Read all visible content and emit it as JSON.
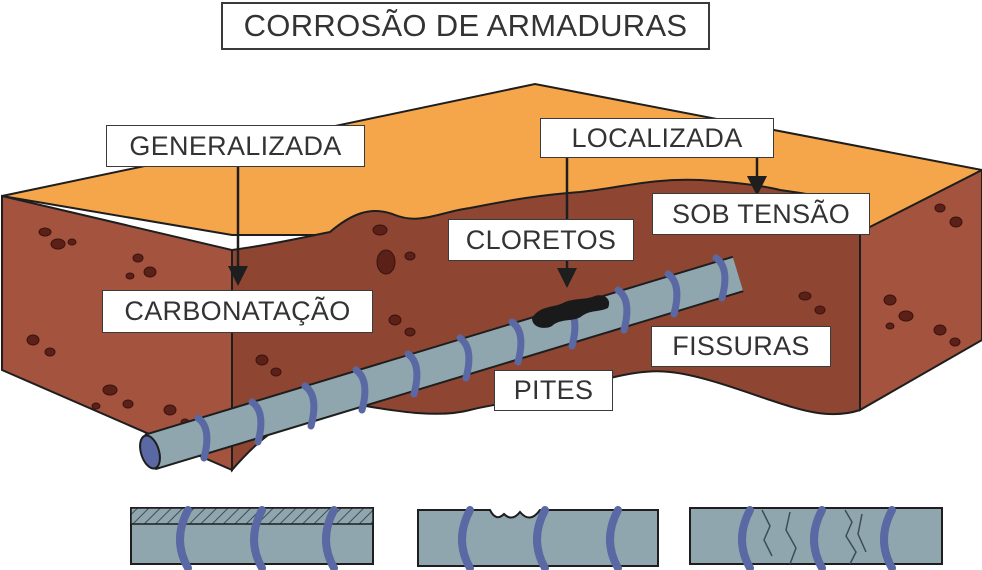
{
  "title": "CORROSÃO DE ARMADURAS",
  "labels": {
    "generalizada": "GENERALIZADA",
    "localizada": "LOCALIZADA",
    "sob_tensao": "SOB TENSÃO",
    "cloretos": "CLORETOS",
    "carbonatacao": "CARBONATAÇÃO",
    "fissuras": "FISSURAS",
    "pites": "PITES"
  },
  "colors": {
    "concrete_top": "#F5A54A",
    "concrete_side": "#A3533E",
    "concrete_inner": "#8E4633",
    "rebar": "#8FA6AE",
    "rebar_ring": "#5A68A3",
    "outline": "#1e1e1e",
    "pit": "#1a1a1a"
  },
  "icons": {
    "aggregate": "aggregate-stone-icon",
    "arrow": "arrow-down-icon"
  }
}
